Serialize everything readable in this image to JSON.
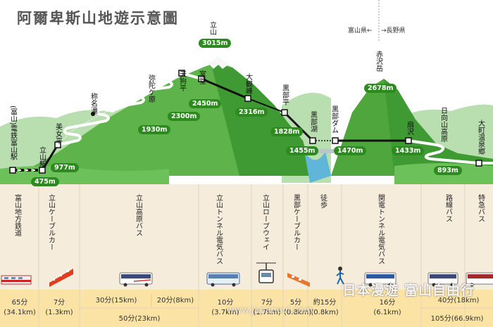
{
  "title": "阿爾卑斯山地遊示意圖",
  "prefectures": {
    "toyama": "富山県←",
    "nagano": "→長野県"
  },
  "stations": [
    {
      "id": "toyama",
      "name": "(富山)電鉄富山駅"
    },
    {
      "id": "tateyama",
      "name": "立山駅",
      "elevation": "475m"
    },
    {
      "id": "bijodaira",
      "name": "美女平",
      "elevation": "977m"
    },
    {
      "id": "shomyo",
      "name": "称名滝"
    },
    {
      "id": "midagahara",
      "name": "弥陀ケ原",
      "elevation": "1930m"
    },
    {
      "id": "tengudaira",
      "name": "天狗平",
      "elevation": "2300m"
    },
    {
      "id": "murodo",
      "name": "室堂",
      "elevation": "2450m"
    },
    {
      "id": "daikanbo",
      "name": "大観峰",
      "elevation": "2316m"
    },
    {
      "id": "kurobedaira",
      "name": "黒部平",
      "elevation": "1828m"
    },
    {
      "id": "kurobeko",
      "name": "黒部湖",
      "elevation": "1455m"
    },
    {
      "id": "kurobedam",
      "name": "黒部ダム",
      "elevation": "1470m"
    },
    {
      "id": "ougisawa",
      "name": "扇沢",
      "elevation": "1433m"
    },
    {
      "id": "hinatayama",
      "name": "日向山高原",
      "elevation": "893m"
    },
    {
      "id": "omachi",
      "name": "大町温泉郷"
    }
  ],
  "peaks": [
    {
      "id": "tateyama-peak",
      "name": "立山",
      "elevation": "3015m"
    },
    {
      "id": "akazawadake",
      "name": "赤沢岳",
      "elevation": "2678m"
    }
  ],
  "transports": [
    {
      "id": "chiho",
      "name": "富山地方鉄道"
    },
    {
      "id": "cable",
      "name": "立山ケーブルカー"
    },
    {
      "id": "kogen-bus",
      "name": "立山高原バス"
    },
    {
      "id": "tunnel-bus",
      "name": "立山トンネル電気バス"
    },
    {
      "id": "ropeway",
      "name": "立山ロープウェイ"
    },
    {
      "id": "kurobe-cable",
      "name": "黒部ケーブルカー"
    },
    {
      "id": "walk",
      "name": "徒歩"
    },
    {
      "id": "kanden-bus",
      "name": "関電トンネル電気バス"
    },
    {
      "id": "route-bus",
      "name": "路線バス"
    },
    {
      "id": "express-bus",
      "name": "特急バス"
    }
  ],
  "times": [
    {
      "id": "t-chiho",
      "time": "65分",
      "dist": "(34.1km)"
    },
    {
      "id": "t-cable",
      "time": "7分",
      "dist": "(1.3km)"
    },
    {
      "id": "t-kogen1",
      "time": "30分(15km)"
    },
    {
      "id": "t-kogen2",
      "time": "20分(8km)"
    },
    {
      "id": "t-kogen-total",
      "time": "50分(23km)"
    },
    {
      "id": "t-tunnel",
      "time": "10分",
      "dist": "(3.7km)"
    },
    {
      "id": "t-ropeway",
      "time": "7分",
      "dist": "(1.7km)"
    },
    {
      "id": "t-kurobe-cable",
      "time": "5分",
      "dist": "(0.8km)"
    },
    {
      "id": "t-walk",
      "time": "約15分",
      "dist": "(0.8km)"
    },
    {
      "id": "t-kanden",
      "time": "16分",
      "dist": "(6.1km)"
    },
    {
      "id": "t-route",
      "time": "40分(18km)"
    },
    {
      "id": "t-express",
      "time": "105分(66.9km)"
    }
  ],
  "watermark": "日本漫遊 富山自由行",
  "watermark_url": "www.japanavi.com",
  "colors": {
    "mountain_dark": "#3f9a34",
    "mountain_light": "#6dc15a",
    "far_hills": "#b9deb0",
    "sky": "#ffffff",
    "band": "#f6ecdc",
    "time_band": "#fbe3a6",
    "badge": "#2d8a1f",
    "lake": "#5fb6d8"
  }
}
